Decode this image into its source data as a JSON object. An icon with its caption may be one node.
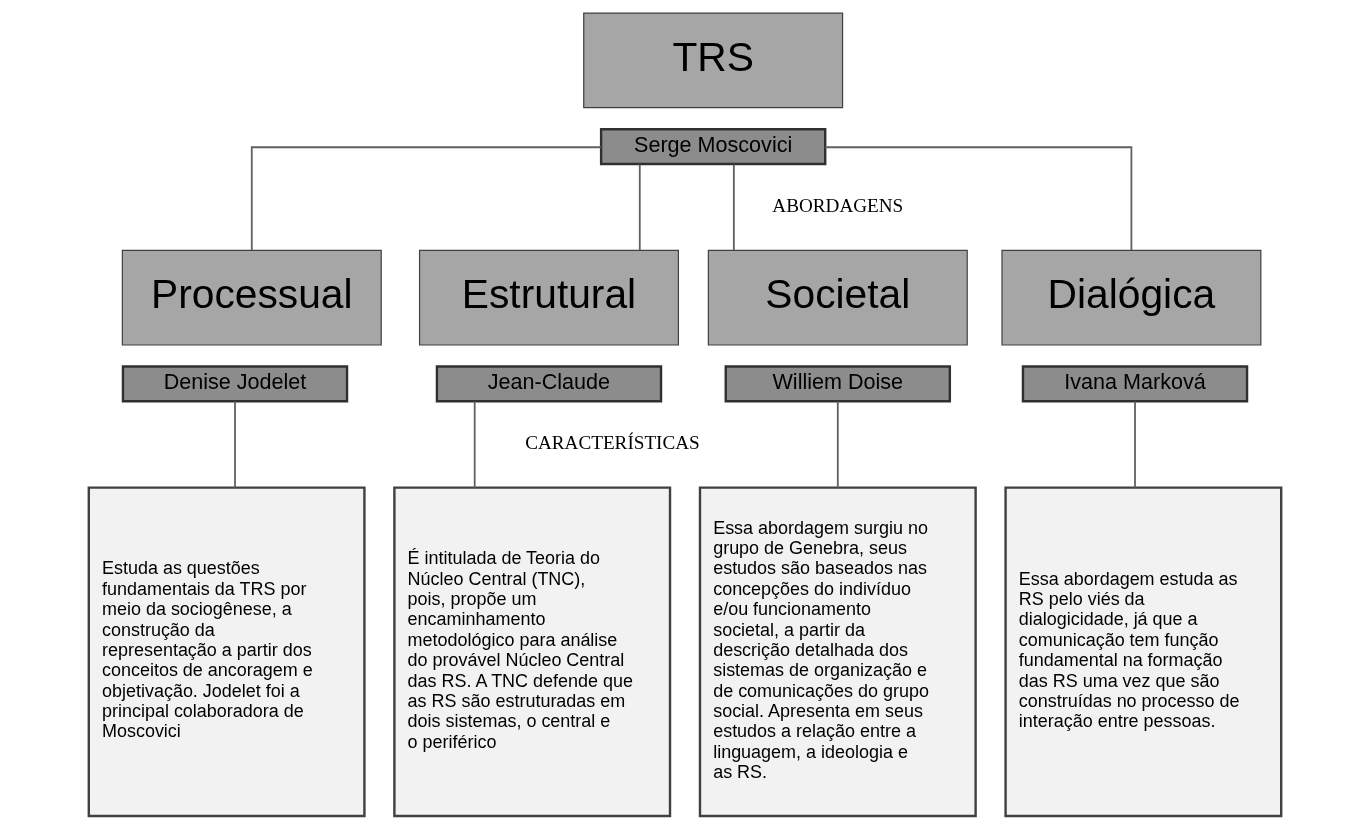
{
  "diagram": {
    "nodes": [
      {
        "text": [
          "TRS"
        ]
      },
      {
        "text": [
          "Serge Moscovici"
        ]
      },
      {
        "text": [
          "Processual"
        ]
      },
      {
        "text": [
          "Denise Jodelet"
        ]
      },
      {
        "text": [
          "Estrutural"
        ]
      },
      {
        "text": [
          "Jean-Claude"
        ]
      },
      {
        "text": [
          "Societal"
        ]
      },
      {
        "text": [
          "Williem Doise"
        ]
      },
      {
        "text": [
          "Dialógica"
        ]
      },
      {
        "text": [
          "Ivana Marková"
        ]
      },
      {
        "text": [
          "Estuda as questões fundamentais da TRS por meio da sociogênese, a construção da representação a partir dos conceitos de ancoragem e objetivação. Jodelet foi a principal colaboradora de Moscovici"
        ]
      },
      {
        "text": [
          "É intitulada de Teoria do Núcleo Central (TNC), pois, propõe um encaminhamento metodológico para análise do provável Núcleo Central das RS. A TNC defende que as RS são estruturadas em dois sistemas, o central e o periférico"
        ]
      },
      {
        "text": [
          "Essa abordagem surgiu no grupo de Genebra, seus estudos são baseados nas concepções do indivíduo e/ou funcionamento societal, a partir da descrição detalhada dos sistemas de organização e de comunicações do grupo social. Apresenta em seus estudos a relação entre a linguagem, a ideologia e as RS."
        ]
      },
      {
        "text": [
          "Essa abordagem estuda as RS pelo viés da dialogicidade, já que a comunicação tem função fundamental na formação das RS uma vez que são construídas no processo de interação entre pessoas."
        ]
      }
    ],
    "edges": [
      {
        "from": 1,
        "to": 2,
        "arrow": "none"
      },
      {
        "from": 1,
        "to": 4,
        "arrow": "none"
      },
      {
        "from": 1,
        "to": 6,
        "arrow": "none"
      },
      {
        "from": 1,
        "to": 8,
        "arrow": "none"
      },
      {
        "from": 3,
        "to": 10,
        "arrow": "none"
      },
      {
        "from": 5,
        "to": 11,
        "arrow": "none"
      },
      {
        "from": 7,
        "to": 12,
        "arrow": "none"
      },
      {
        "from": 9,
        "to": 13,
        "arrow": "none"
      }
    ],
    "labels": [
      "ABORDAGENS",
      "CARACTERÍSTICAS"
    ]
  }
}
